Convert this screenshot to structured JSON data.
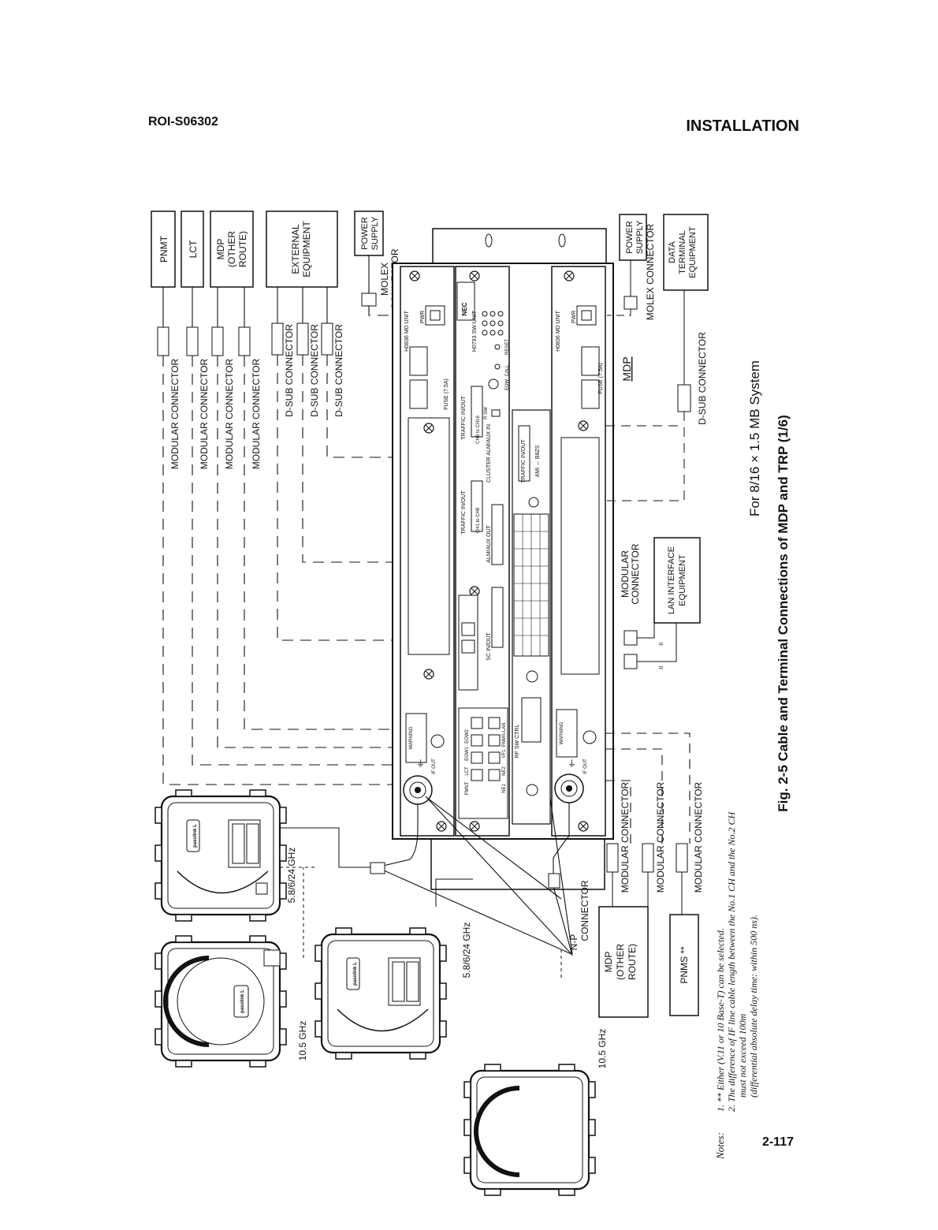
{
  "header": {
    "doc_id": "ROI-S06302",
    "section_title": "INSTALLATION"
  },
  "page_number": "2-117",
  "figure": {
    "title": "Fig. 2-5  Cable and Terminal Connections of MDP and TRP (1/6)",
    "subtitle": "For 8/16 × 1.5 MB System"
  },
  "top_boxes": {
    "pnmt": "PNMT",
    "lct": "LCT",
    "mdp_other_route": [
      "MDP",
      "(OTHER",
      "ROUTE)"
    ],
    "external_equipment": [
      "EXTERNAL",
      "EQUIPMENT"
    ],
    "power_supply_top": [
      "POWER",
      "SUPPLY"
    ]
  },
  "top_connectors": {
    "modular": "MODULAR CONNECTOR",
    "dsub": "D-SUB CONNECTOR",
    "molex": [
      "MOLEX",
      "CONNECTOR"
    ]
  },
  "right_side": {
    "power_supply": [
      "POWER",
      "SUPPLY"
    ],
    "molex_connector": "MOLEX CONNECTOR",
    "data_terminal": [
      "DATA",
      "TERMINAL",
      "EQUIPMENT"
    ],
    "dsub_connector": "D-SUB CONNECTOR",
    "mdp_label": "MDP",
    "modular_connector": [
      "MODULAR",
      "CONNECTOR"
    ],
    "lan_interface": [
      "LAN INTERFACE",
      "EQUIPMENT"
    ]
  },
  "bottom_connectors": {
    "modular": "MODULAR CONNECTOR",
    "np_connector": [
      "N-P",
      "CONNECTOR"
    ]
  },
  "bottom_boxes": {
    "mdp_other_route": [
      "MDP",
      "(OTHER",
      "ROUTE)"
    ],
    "pnms": "PNMS **"
  },
  "odu_labels": {
    "band_a": "5.8/6/24 GHz",
    "band_b": "10.5 GHz"
  },
  "rack": {
    "md_unit": "H0836 MD UNIT",
    "sw_unit": "H0793 SW UNIT",
    "pwr": "PWR",
    "fuse": "FUSE (7.5A)",
    "traffic_inout": "TRAFFIC IN/OUT",
    "cluster_alm": "CLUSTER ALM/AUX IN",
    "alm_aux_out": "ALM/AUX OUT",
    "sc_inout": "SC IN/OUT",
    "rf_sw_ctrl": "RF SW CTRL",
    "ami_b8zs": "AMI ↔ B8ZS",
    "nec": "NEC",
    "pasolink": "pasolink L",
    "ports": [
      "PMNT",
      "LCT",
      "EOW1",
      "EOW2",
      "NE1",
      "NE2",
      "VF1",
      "PNMS-LAN"
    ],
    "warning": "WARNING",
    "if_out": "IF OUT",
    "call": "CALL",
    "reset": "RESET",
    "rsw": "R SW",
    "eow": "EOW",
    "ch1_ch8": "CH1 to CH8",
    "ch9_ch16": "CH9 to CH16"
  },
  "notes": {
    "heading": "Notes:",
    "items": [
      "1.  ** Either (V.11 or 10 Base-T) can be selected.",
      "2.  The difference of IF line cable length between the No.1 CH and the No.2 CH",
      "must not exceed 100m",
      "(differential absolute delay time: within 500 ns)."
    ]
  }
}
